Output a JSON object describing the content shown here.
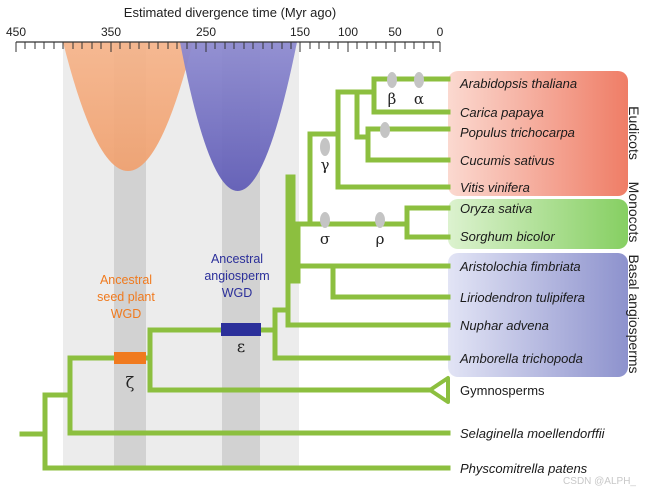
{
  "axis": {
    "title": "Estimated divergence time (Myr ago)",
    "ticks": [
      "450",
      "350",
      "250",
      "150",
      "100",
      "50",
      "0"
    ]
  },
  "wgd": {
    "seed_plant": [
      "Ancestral",
      "seed plant",
      "WGD"
    ],
    "angiosperm": [
      "Ancestral",
      "angiosperm",
      "WGD"
    ]
  },
  "events": {
    "zeta": "ζ",
    "epsilon": "ε",
    "gamma": "γ",
    "sigma": "σ",
    "rho": "ρ",
    "beta": "β",
    "alpha": "α"
  },
  "taxa": [
    "Arabidopsis thaliana",
    "Carica papaya",
    "Populus trichocarpa",
    "Cucumis sativus",
    "Vitis vinifera",
    "Oryza sativa",
    "Sorghum bicolor",
    "Aristolochia fimbriata",
    "Liriodendron tulipifera",
    "Nuphar advena",
    "Amborella trichopoda",
    "Gymnosperms",
    "Selaginella moellendorffii",
    "Physcomitrella patens"
  ],
  "groups": {
    "eudicots": "Eudicots",
    "monocots": "Monocots",
    "basal": "Basal angiosperms"
  },
  "watermark": "CSDN @ALPH_",
  "colors": {
    "branch": "#8cbf3f",
    "eudicots": "#f08a78",
    "monocots": "#8fd26c",
    "basal": "#8e94cf",
    "seed_wgd": "#f07a1e",
    "angio_wgd": "#2b2f9a"
  }
}
